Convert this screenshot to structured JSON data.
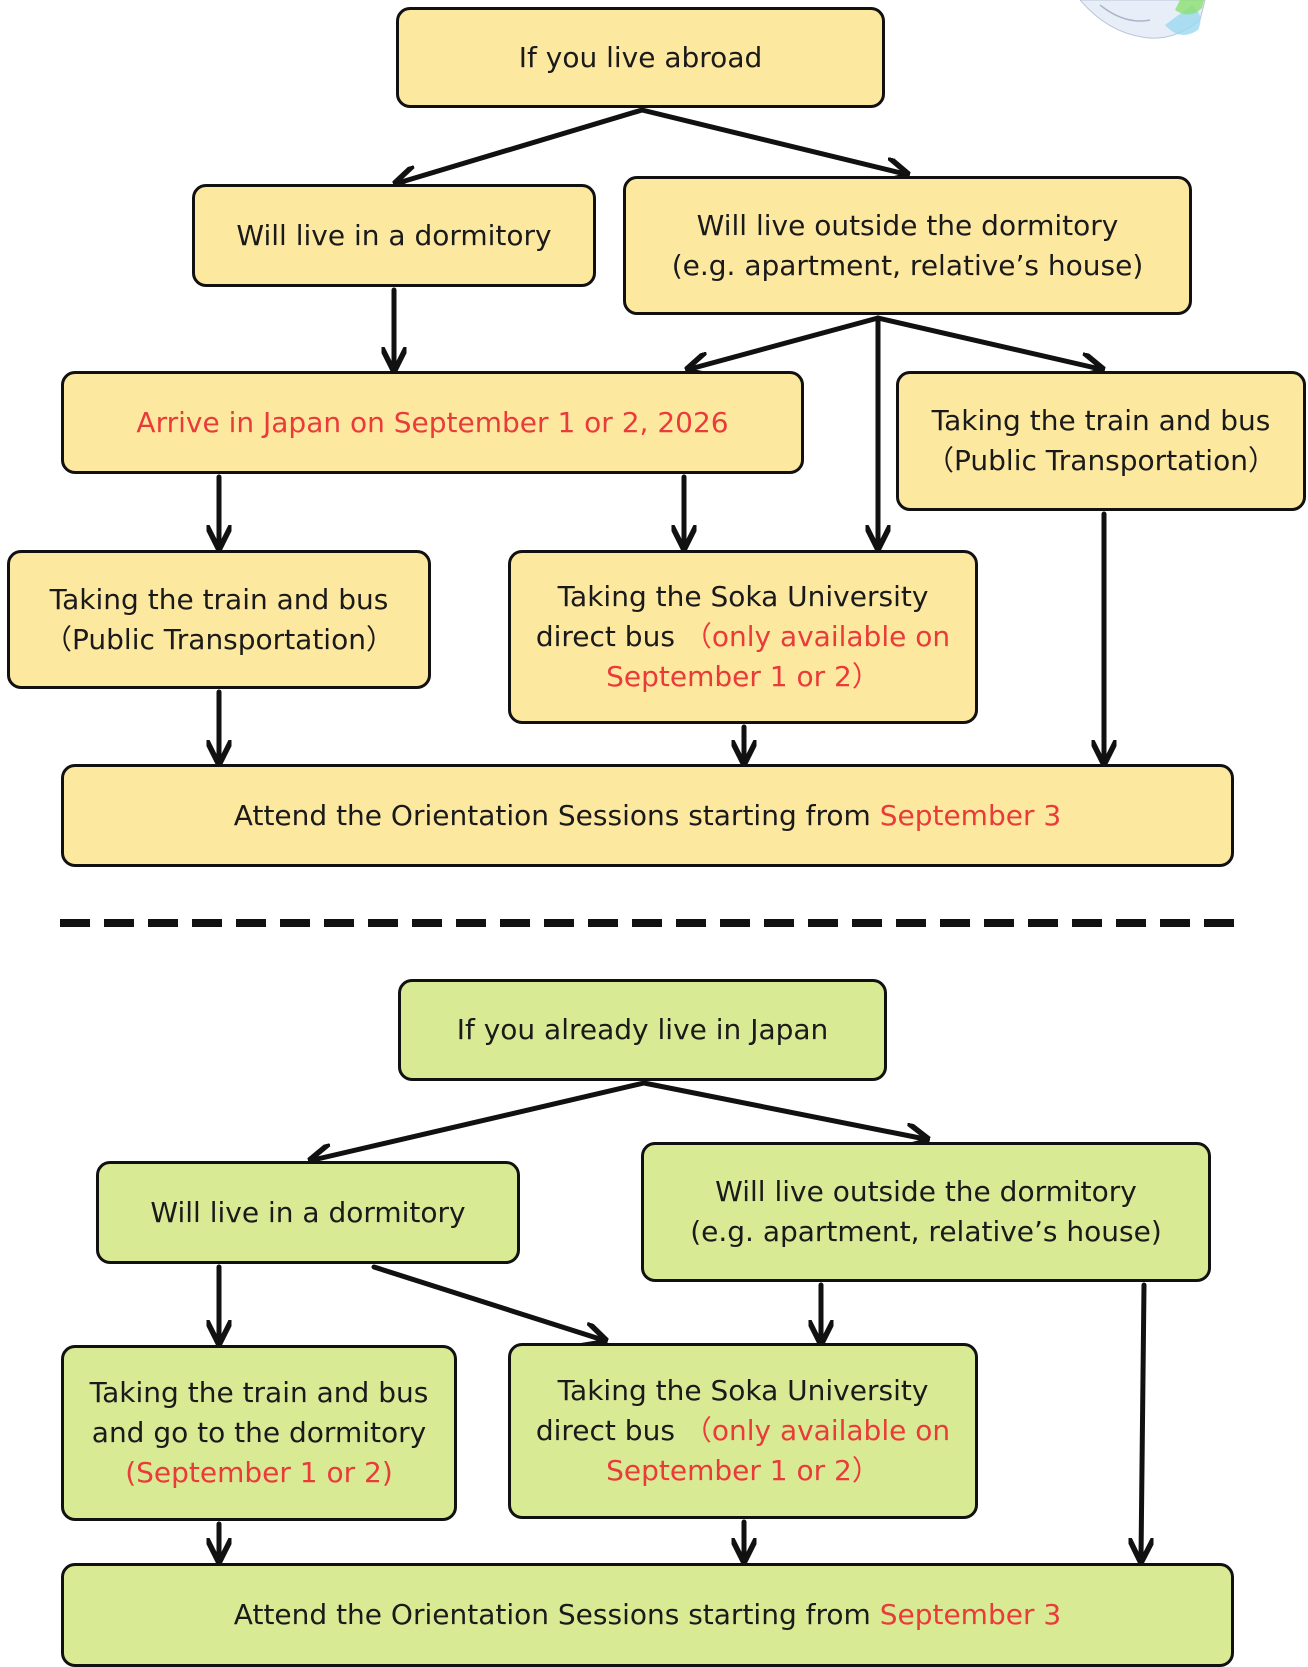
{
  "colors": {
    "abroad_box": "#fde8a0",
    "japan_box": "#d9ea94",
    "highlight_text": "#ea3b3b",
    "border": "#111111"
  },
  "abroad": {
    "start": "If you live abroad",
    "dormitory": "Will live in a dormitory",
    "outside_line1": "Will live outside the dormitory",
    "outside_line2": "(e.g. apartment, relative’s house)",
    "arrive": "Arrive in Japan on September 1 or 2, 2026",
    "train_line1": "Taking the train and bus",
    "train_line2": "（Public Transportation）",
    "right_train_line1": "Taking the train and bus",
    "right_train_line2": "（Public Transportation）",
    "bus_line1": "Taking the Soka University",
    "bus_line2_plain": "direct bus",
    "bus_line2_red": "（only available on",
    "bus_line3": "September 1 or 2）",
    "attend_plain": "Attend the Orientation Sessions starting from",
    "attend_red": "September 3"
  },
  "japan": {
    "start": "If you already live in Japan",
    "dormitory": "Will live in a dormitory",
    "outside_line1": "Will live outside the dormitory",
    "outside_line2": "(e.g. apartment, relative’s house)",
    "train_line1": "Taking the train and bus",
    "train_line2": "and go to the dormitory",
    "train_line3": "(September 1 or 2)",
    "bus_line1": "Taking the Soka University",
    "bus_line2_plain": "direct bus",
    "bus_line2_red": "（only available on",
    "bus_line3": "September 1 or 2）",
    "attend_plain": "Attend the Orientation Sessions starting from",
    "attend_red": "September 3"
  }
}
